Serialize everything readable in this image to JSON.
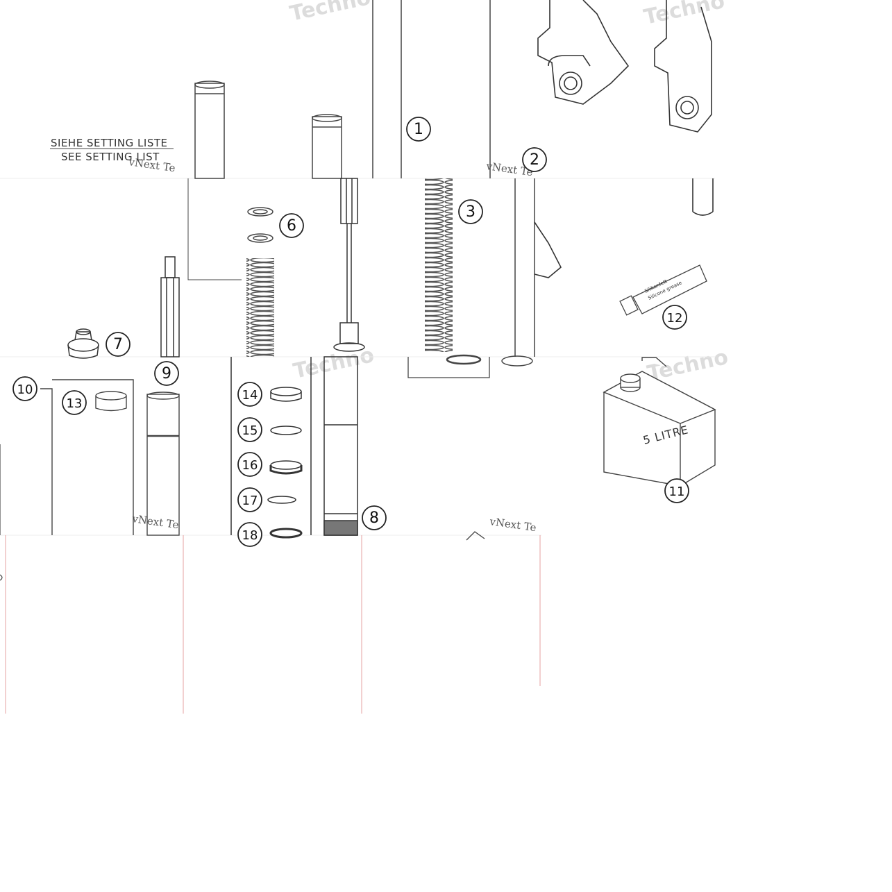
{
  "note": {
    "line_de": "SIEHE SETTING LISTE",
    "line_en": "SEE SETTING LIST"
  },
  "watermarks": {
    "brand_a": "Techno",
    "brand_b": "vNext Te",
    "brand_c": "Technologies",
    "brand_d": "vNext Technologies"
  },
  "labels": {
    "tube_grease": "Silikonfett",
    "tube_grease_en": "Silicone grease",
    "canister": "5 LITRE"
  },
  "callouts": [
    {
      "id": "1",
      "text": "1"
    },
    {
      "id": "2",
      "text": "2"
    },
    {
      "id": "3",
      "text": "3"
    },
    {
      "id": "6",
      "text": "6"
    },
    {
      "id": "7",
      "text": "7"
    },
    {
      "id": "8",
      "text": "8"
    },
    {
      "id": "9",
      "text": "9"
    },
    {
      "id": "10",
      "text": "10"
    },
    {
      "id": "11",
      "text": "11"
    },
    {
      "id": "12",
      "text": "12"
    },
    {
      "id": "13",
      "text": "13"
    },
    {
      "id": "14",
      "text": "14"
    },
    {
      "id": "15",
      "text": "15"
    },
    {
      "id": "16",
      "text": "16"
    },
    {
      "id": "17",
      "text": "17"
    },
    {
      "id": "18",
      "text": "18"
    }
  ]
}
